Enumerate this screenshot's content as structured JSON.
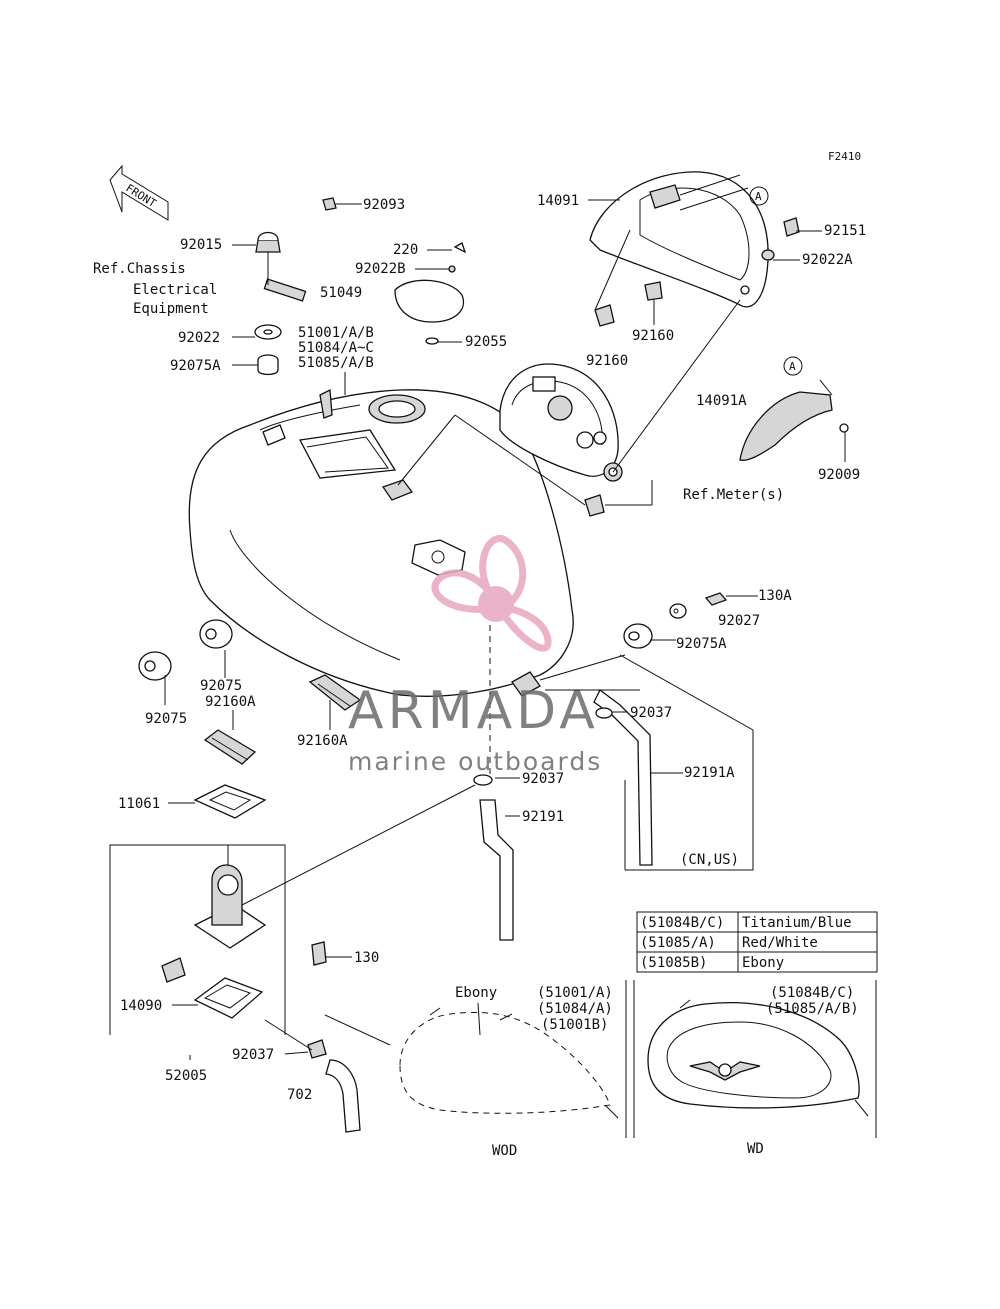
{
  "figure_code": "F2410",
  "front_label": "FRONT",
  "ref_notes": {
    "chassis_line1": "Ref.Chassis",
    "chassis_line2": "Electrical",
    "chassis_line3": "Equipment",
    "meter": "Ref.Meter(s)"
  },
  "part_labels": [
    "92093",
    "92015",
    "92022",
    "92075A",
    "220",
    "92022B",
    "51049",
    "51001/A/B",
    "51084/A~C",
    "51085/A/B",
    "92055",
    "14091",
    "92151",
    "92022A",
    "92160",
    "92160",
    "14091A",
    "92009",
    "130A",
    "92027",
    "92075A",
    "92075",
    "92075",
    "92160A",
    "92160A",
    "92037",
    "92191A",
    "92037",
    "11061",
    "92191",
    "130",
    "14090",
    "52005",
    "92037",
    "702"
  ],
  "callout_letter": "A",
  "region_note": "(CN,US)",
  "color_table": [
    {
      "code": "(51084B/C)",
      "color": "Titanium/Blue"
    },
    {
      "code": "(51085/A)",
      "color": "Red/White"
    },
    {
      "code": "(51085B)",
      "color": "Ebony"
    }
  ],
  "variant_wod": {
    "title": "Ebony",
    "codes": [
      "(51001/A)",
      "(51084/A)",
      "(51001B)"
    ],
    "caption": "WOD"
  },
  "variant_wd": {
    "codes": [
      "(51084B/C)",
      "(51085/A/B)"
    ],
    "caption": "WD"
  },
  "watermark": {
    "brand": "ARMADA",
    "tagline": "marine outboards",
    "accent_color": "#e8a6c0"
  }
}
